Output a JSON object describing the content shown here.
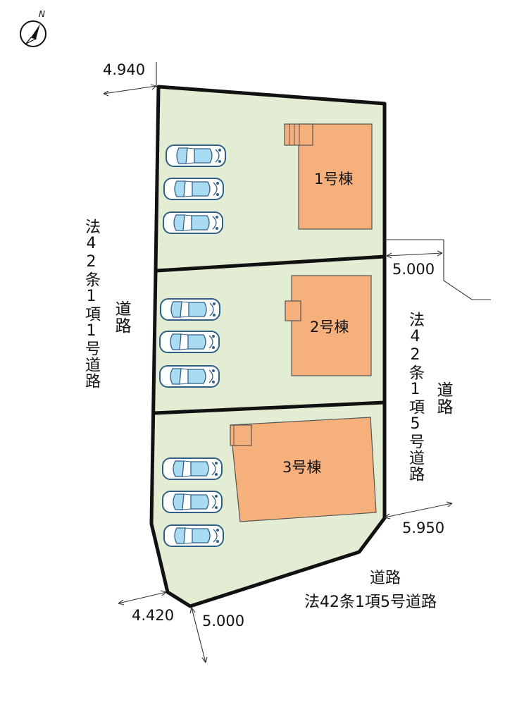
{
  "compass": {
    "north_label": "N",
    "icon": "north-arrow-icon"
  },
  "lots": [
    {
      "building_label": "1号棟",
      "parking_spaces": 3
    },
    {
      "building_label": "2号棟",
      "parking_spaces": 3
    },
    {
      "building_label": "3号棟",
      "parking_spaces": 3
    }
  ],
  "dimensions": {
    "top_left": "4.940",
    "right_upper": "5.000",
    "right_lower": "5.950",
    "bottom_left": "4.420",
    "bottom": "5.000"
  },
  "roads": {
    "west": {
      "line1": "法42条1項1号道路",
      "line2": "道路"
    },
    "east": {
      "line1": "法42条1項5号道路",
      "line2": "道路"
    },
    "south": {
      "line1": "道路",
      "line2": "法42条1項5号道路"
    }
  },
  "colors": {
    "lot_fill": "#e3edd3",
    "building_fill": "#f5b07c",
    "car_body": "#ffffff",
    "car_glass": "#a9dcf2",
    "border": "#111111"
  }
}
